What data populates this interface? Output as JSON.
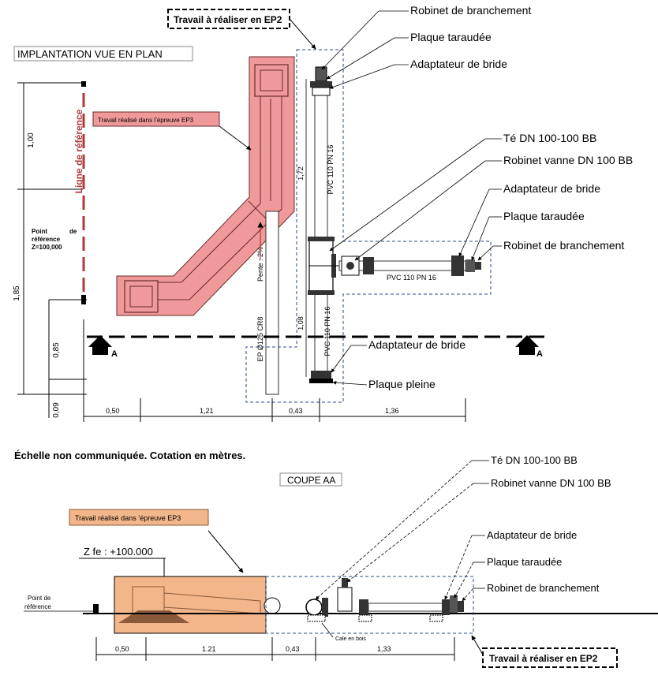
{
  "plan": {
    "title": "IMPLANTATION VUE EN PLAN",
    "work_to_do": "Travail à réaliser en EP2",
    "work_done": "Travail réalisé dans l’épreuve EP3",
    "reference_line": "Ligne de référence",
    "reference_point": [
      "Point",
      "de",
      "référence",
      "Z=100,000"
    ],
    "section_marker": "A",
    "callouts": {
      "robinet_top": "Robinet de branchement",
      "plaque_top": "Plaque taraudée",
      "adaptateur_top": "Adaptateur de bride",
      "te": "Té DN 100-100 BB",
      "vanne": "Robinet vanne DN 100 BB",
      "adaptateur_right": "Adaptateur de bride",
      "plaque_right": "Plaque taraudée",
      "robinet_right": "Robinet de branchement",
      "adaptateur_bottom": "Adaptateur de bride",
      "plaque_pleine": "Plaque pleine"
    },
    "pipe_labels": {
      "vertical_top": "PVC 110 PN 16",
      "vertical_bottom": "PVC 110 PN 16",
      "horizontal": "PVC 110 PN 16",
      "ep_pipe": "EP Ø125 CR8",
      "slope": "Pente : 2%"
    },
    "dims": {
      "v1": "1,00",
      "v2": "1,85",
      "v3": "0,85",
      "v4": "0,09",
      "h1": "0,50",
      "h2": "1,21",
      "h3": "0,43",
      "h4": "1,36",
      "p1": "1,72",
      "p2": "1,08"
    }
  },
  "note": "Échelle non communiquée. Cotation en mètres.",
  "section": {
    "title": "COUPE AA",
    "work_done": "Travail réalisé dans  ’épreuve EP3",
    "z_label": "Z fe : +100.000",
    "reference_point": [
      "Point de",
      "référence"
    ],
    "cale": "Cale en bois",
    "work_to_do": "Travail à réaliser en EP2",
    "callouts": {
      "te": "Té DN 100-100 BB",
      "vanne": "Robinet vanne DN 100 BB",
      "adaptateur": "Adaptateur de bride",
      "plaque": "Plaque taraudée",
      "robinet": "Robinet de branchement"
    },
    "dims": {
      "h1": "0,50",
      "h2": "1.21",
      "h3": "0,43",
      "h4": "1,33"
    }
  }
}
